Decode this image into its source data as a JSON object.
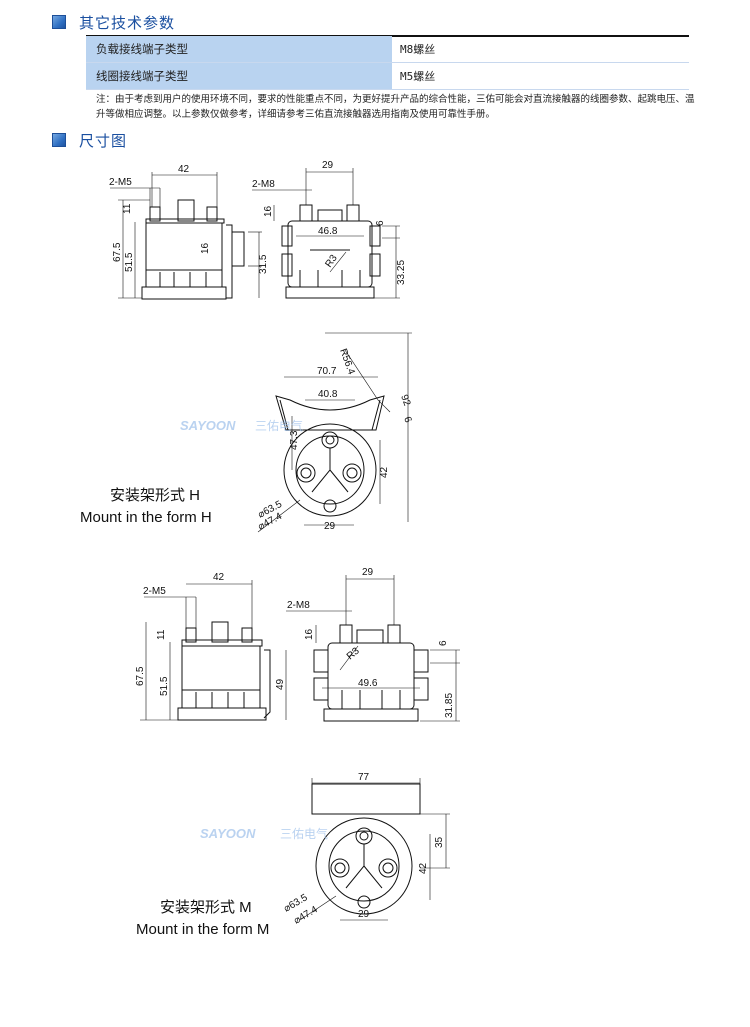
{
  "sections": {
    "other_params": {
      "title": "其它技术参数"
    },
    "dimensions": {
      "title": "尺寸图"
    }
  },
  "params_table": {
    "rows": [
      {
        "label": "负载接线端子类型",
        "value": "M8螺丝"
      },
      {
        "label": "线圈接线端子类型",
        "value": "M5螺丝"
      }
    ]
  },
  "note": "注：由于考虑到用户的使用环境不同，要求的性能重点不同，为更好提升产品的综合性能，三佑可能会对直流接触器的线圈参数、起跳电压、温升等做相应调整。以上参数仅做参考，详细请参考三佑直流接触器选用指南及使用可靠性手册。",
  "watermark": {
    "brand": "SAYOON",
    "cn": "三佑电气"
  },
  "dims_h_side": {
    "coil_thread": "2-M5",
    "top_width": "42",
    "terminal_h": "11",
    "total_h": "67.5",
    "body_h": "51.5",
    "bracket_slot": "16",
    "bracket_h": "31.5"
  },
  "dims_h_front": {
    "load_thread": "2-M8",
    "pitch": "29",
    "terminal_h": "16",
    "body_w": "46.8",
    "radius": "R3",
    "slot": "6",
    "bracket_h": "33.25"
  },
  "dims_h_top": {
    "arc_r": "R56.4",
    "span": "70.7",
    "inner": "40.8",
    "height": "47.3",
    "overall": "92",
    "bracket_t": "6",
    "mount_h": "42",
    "pitch": "29",
    "dia_outer": "⌀63.5",
    "dia_inner": "⌀47.4"
  },
  "caption_h": {
    "cn": "安装架形式 H",
    "en": "Mount in the form H"
  },
  "dims_m_side": {
    "coil_thread": "2-M5",
    "top_width": "42",
    "terminal_h": "11",
    "total_h": "67.5",
    "body_h": "51.5",
    "bracket_h": "49"
  },
  "dims_m_front": {
    "load_thread": "2-M8",
    "pitch": "29",
    "terminal_h": "16",
    "radius": "R3",
    "body_w": "49.6",
    "slot": "6",
    "bracket_h": "31.85"
  },
  "dims_m_top": {
    "width": "77",
    "height": "35",
    "mount_h": "42",
    "pitch": "29",
    "dia_outer": "⌀63.5",
    "dia_inner": "⌀47.4"
  },
  "caption_m": {
    "cn": "安装架形式 M",
    "en": "Mount in the form M"
  }
}
